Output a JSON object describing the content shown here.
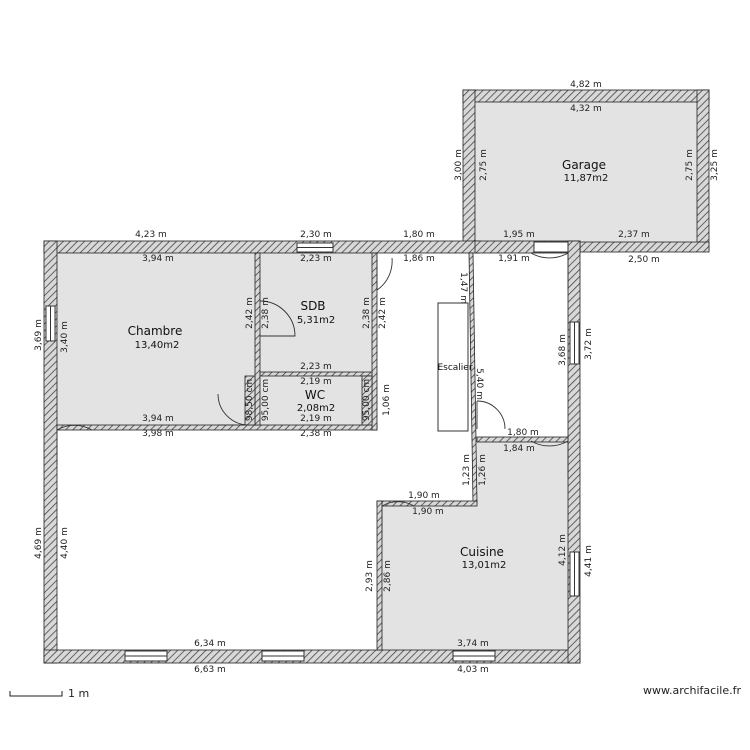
{
  "rooms": {
    "chambre": {
      "name": "Chambre",
      "area": "13,40m2"
    },
    "sdb": {
      "name": "SDB",
      "area": "5,31m2"
    },
    "wc": {
      "name": "WC",
      "area": "2,08m2"
    },
    "garage": {
      "name": "Garage",
      "area": "11,87m2"
    },
    "cuisine": {
      "name": "Cuisine",
      "area": "13,01m2"
    },
    "escalier": {
      "name": "Escalier"
    }
  },
  "dimensions": {
    "d_4_82": "4,82 m",
    "d_4_32": "4,32 m",
    "d_3_00": "3,00 m",
    "d_2_75a": "2,75 m",
    "d_2_75b": "2,75 m",
    "d_3_25": "3,25 m",
    "d_1_95": "1,95 m",
    "d_2_37": "2,37 m",
    "d_2_50": "2,50 m",
    "d_4_23": "4,23 m",
    "d_2_30": "2,30 m",
    "d_1_80_top": "1,80 m",
    "d_3_94_top": "3,94 m",
    "d_2_23_top": "2,23 m",
    "d_1_86": "1,86 m",
    "d_1_91": "1,91 m",
    "d_1_47": "1,47 m",
    "d_3_69": "3,69 m",
    "d_3_40": "3,40 m",
    "d_2_42_a": "2,42 m",
    "d_2_38_a": "2,38 m",
    "d_2_38_b": "2,38 m",
    "d_2_42_b": "2,42 m",
    "d_2_23_mid": "2,23 m",
    "d_2_19_top": "2,19 m",
    "d_2_19_bot": "2,19 m",
    "d_98_50": "98,50 cm",
    "d_95_00_a": "95,00 cm",
    "d_95_00_b": "95,00 cm",
    "d_1_06": "1,06 m",
    "d_3_94_bot": "3,94 m",
    "d_3_98": "3,98 m",
    "d_2_38_bot": "2,38 m",
    "d_3_68": "3,68 m",
    "d_3_72": "3,72 m",
    "d_5_40": "5,40 m",
    "d_1_80_mid": "1,80 m",
    "d_1_84": "1,84 m",
    "d_1_23": "1,23 m",
    "d_1_26": "1,26 m",
    "d_1_90_a": "1,90 m",
    "d_1_90_b": "1,90 m",
    "d_4_69": "4,69 m",
    "d_4_40": "4,40 m",
    "d_4_12": "4,12 m",
    "d_4_41": "4,41 m",
    "d_2_93": "2,93 m",
    "d_2_86": "2,86 m",
    "d_6_34": "6,34 m",
    "d_3_74": "3,74 m",
    "d_6_63": "6,63 m",
    "d_4_03": "4,03 m"
  },
  "scale": {
    "label": "1 m"
  },
  "credit": "www.archifacile.fr",
  "colors": {
    "wall_fill": "#bdbdbd",
    "room_fill": "#e3e3e3",
    "hatch": "#555555"
  }
}
